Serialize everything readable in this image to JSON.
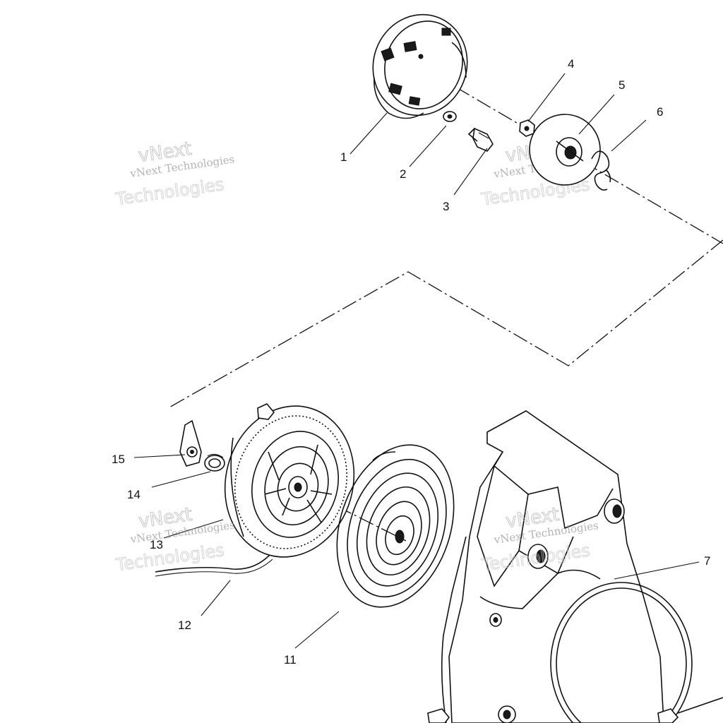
{
  "callouts": [
    "1",
    "2",
    "3",
    "4",
    "5",
    "6",
    "7",
    "11",
    "12",
    "13",
    "14",
    "15"
  ],
  "watermark": {
    "line1": "vNext",
    "line2": "vNext Technologies",
    "line3": "Technologies"
  }
}
